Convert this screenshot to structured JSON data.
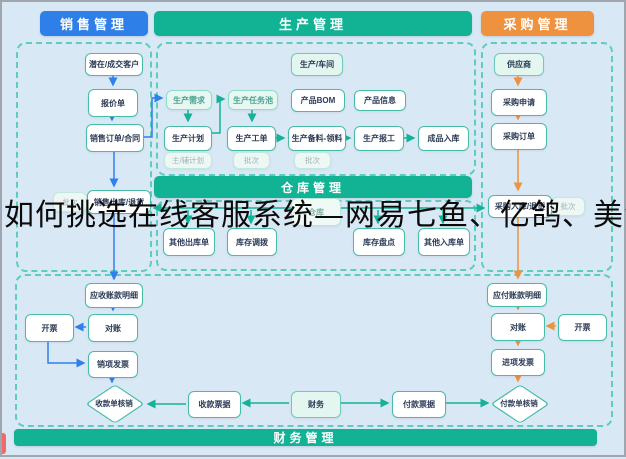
{
  "overlay": {
    "title": "如何挑选在线客服系统—网易七鱼、亿鸽、美洽、智"
  },
  "headers": {
    "sales": "销售管理",
    "production": "生产管理",
    "purchase": "采购管理",
    "warehouse": "仓库管理",
    "finance": "财务管理"
  },
  "colors": {
    "sales_header": "#2E7FE8",
    "green_header": "#12B294",
    "purchase_header": "#EF9240",
    "arrow_blue": "#2F80ED",
    "arrow_teal": "#14B397",
    "arrow_orange": "#EF9240",
    "red_fragment": "#F2696B",
    "background": "#D9E8F5"
  },
  "nodes": {
    "lead": {
      "label": "潜在/成交客户"
    },
    "quote": {
      "label": "报价单"
    },
    "sales_order": {
      "label": "销售订单/合同"
    },
    "sales_batch": {
      "label": "批次"
    },
    "sales_out": {
      "label": "销售出库/退货"
    },
    "ar_detail": {
      "label": "应收账款明细"
    },
    "ar_invoice": {
      "label": "开票"
    },
    "ar_recon": {
      "label": "对账"
    },
    "output_invoice": {
      "label": "销项发票"
    },
    "receipt_writeoff": {
      "label": "收款单核销"
    },
    "workshop": {
      "label": "生产/车间"
    },
    "prod_demand": {
      "label": "生产需求"
    },
    "task_pool": {
      "label": "生产任务池"
    },
    "bom": {
      "label": "产品BOM"
    },
    "prod_info": {
      "label": "产品信息"
    },
    "prod_plan": {
      "label": "生产计划"
    },
    "work_order": {
      "label": "生产工单"
    },
    "material": {
      "label": "生产备料-领料"
    },
    "prod_report": {
      "label": "生产报工"
    },
    "finished_in": {
      "label": "成品入库"
    },
    "main_aux_plan": {
      "label": "主/辅计划"
    },
    "batch_a": {
      "label": "批次"
    },
    "batch_b": {
      "label": "批次"
    },
    "warehouse_node": {
      "label": "仓库"
    },
    "other_out": {
      "label": "其他出库单"
    },
    "stock_transfer": {
      "label": "库存调拨"
    },
    "stock_take": {
      "label": "库存盘点"
    },
    "other_in": {
      "label": "其他入库单"
    },
    "supplier": {
      "label": "供应商"
    },
    "purchase_request": {
      "label": "采购申请"
    },
    "purchase_order": {
      "label": "采购订单"
    },
    "purchase_batch": {
      "label": "批次"
    },
    "purchase_in": {
      "label": "采购入库/退货"
    },
    "ap_detail": {
      "label": "应付账款明细"
    },
    "ap_recon": {
      "label": "对账"
    },
    "ap_invoice": {
      "label": "开票"
    },
    "input_invoice": {
      "label": "进项发票"
    },
    "payment_writeoff": {
      "label": "付款单核销"
    },
    "receipt_note": {
      "label": "收款票据"
    },
    "finance_hub": {
      "label": "财务"
    },
    "payment_note": {
      "label": "付款票据"
    }
  }
}
